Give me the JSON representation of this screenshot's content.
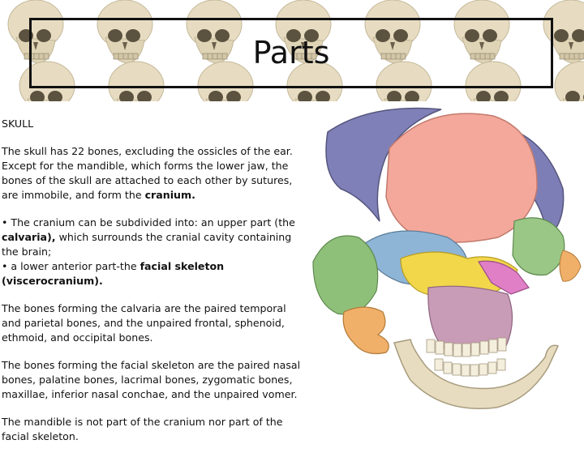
{
  "slide": {
    "title": "Parts",
    "heading": "SKULL",
    "p1": "The skull has 22 bones, excluding the ossicles of the ear. Except for the mandible, which forms the lower jaw, the bones of the skull are attached to each other by sutures, are immobile, and form the ",
    "p1_bold": "cranium.",
    "p2a": "• The cranium can be subdivided into: an upper part (the ",
    "p2a_bold": "calvaria),",
    "p2a_rest": " which surrounds the cranial cavity containing the brain;",
    "p2b": "• a lower anterior part-the ",
    "p2b_bold": "facial skeleton (viscerocranium).",
    "p3": "The bones forming the calvaria are the paired temporal and parietal bones, and the unpaired frontal, sphenoid, ethmoid, and occipital bones.",
    "p4": "The bones forming the facial skeleton are the paired nasal bones, palatine bones, lacrimal bones, zygomatic bones, maxillae, inferior nasal conchae, and the unpaired vomer.",
    "p5": "The mandible is not part of the cranium nor part of the facial skeleton."
  },
  "colors": {
    "skull_bone": "#e6dcc0",
    "frontal": "#f3a79a",
    "parietal": "#7f7fb8",
    "temporal": "#8ec07a",
    "sphenoid": "#8fb6d6",
    "zygomatic": "#f3d84a",
    "maxilla": "#c79ab6",
    "nasal": "#e07fc6",
    "mandible": "#e8dcc0",
    "palatine": "#f0b06a"
  }
}
